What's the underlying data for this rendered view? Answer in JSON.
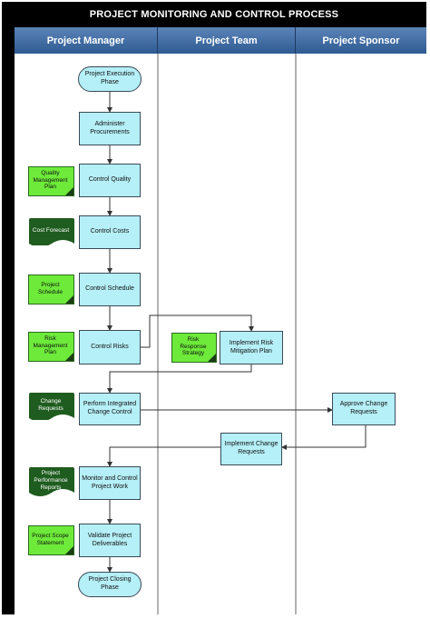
{
  "title": "PROJECT MONITORING AND CONTROL PROCESS",
  "lanes": [
    "Project Manager",
    "Project Team",
    "Project Sponsor"
  ],
  "nodes": {
    "start": "Project Execution Phase",
    "administer": "Administer Procurements",
    "quality": "Control Quality",
    "costs": "Control Costs",
    "schedule": "Control Schedule",
    "risks": "Control Risks",
    "implement_risk": "Implement Risk Mitigation Plan",
    "integrated": "Perform Integrated Change Control",
    "approve": "Approve Change Requests",
    "implement_change": "Implement Change Requests",
    "monitor": "Monitor and Control Project Work",
    "validate": "Validate Project Deliverables",
    "end": "Project Closing Phase"
  },
  "documents": {
    "quality_plan": "Quality Management Plan",
    "cost_forecast": "Cost Forecast",
    "project_schedule": "Project Schedule",
    "risk_plan": "Risk Management Plan",
    "risk_strategy": "Risk Response Strategy",
    "change_requests": "Change Requests",
    "performance_reports": "Project Performance Reports",
    "scope_statement": "Project Scope Statement"
  },
  "colors": {
    "process_fill": "#b5eff7",
    "doc_light": "#6dea3a",
    "doc_dark": "#1f5c1f",
    "lane_header": "#2f5b92"
  }
}
